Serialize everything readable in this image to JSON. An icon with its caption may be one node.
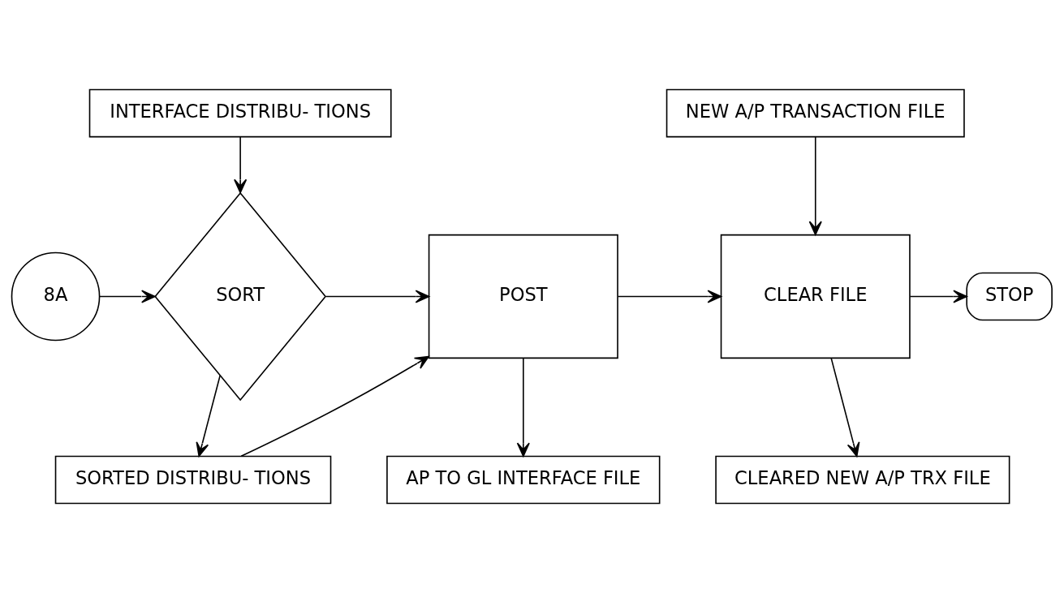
{
  "diagram": {
    "nodes": [
      {
        "text": [
          "INTERFACE DISTRIBU- TIONS"
        ]
      },
      {
        "text": [
          "8A"
        ]
      },
      {
        "text": [
          "SORT"
        ]
      },
      {
        "text": [
          "SORTED DISTRIBU- TIONS"
        ]
      },
      {
        "text": [
          "POST"
        ]
      },
      {
        "text": [
          "AP TO GL INTERFACE FILE"
        ]
      },
      {
        "text": [
          "NEW A/P TRANSACTION FILE"
        ]
      },
      {
        "text": [
          "CLEAR FILE"
        ]
      },
      {
        "text": [
          "CLEARED NEW A/P TRX FILE"
        ]
      },
      {
        "text": [
          "STOP"
        ]
      }
    ],
    "edges": [
      {
        "from": 0,
        "to": 2,
        "arrow": "to"
      },
      {
        "from": 1,
        "to": 2,
        "arrow": "to"
      },
      {
        "from": 2,
        "to": 4,
        "arrow": "to"
      },
      {
        "from": 2,
        "to": 3,
        "arrow": "to"
      },
      {
        "from": 3,
        "to": 4,
        "arrow": "to"
      },
      {
        "from": 4,
        "to": 5,
        "arrow": "to"
      },
      {
        "from": 4,
        "to": 7,
        "arrow": "to"
      },
      {
        "from": 6,
        "to": 7,
        "arrow": "to"
      },
      {
        "from": 7,
        "to": 8,
        "arrow": "to"
      },
      {
        "from": 7,
        "to": 9,
        "arrow": "to"
      }
    ]
  }
}
